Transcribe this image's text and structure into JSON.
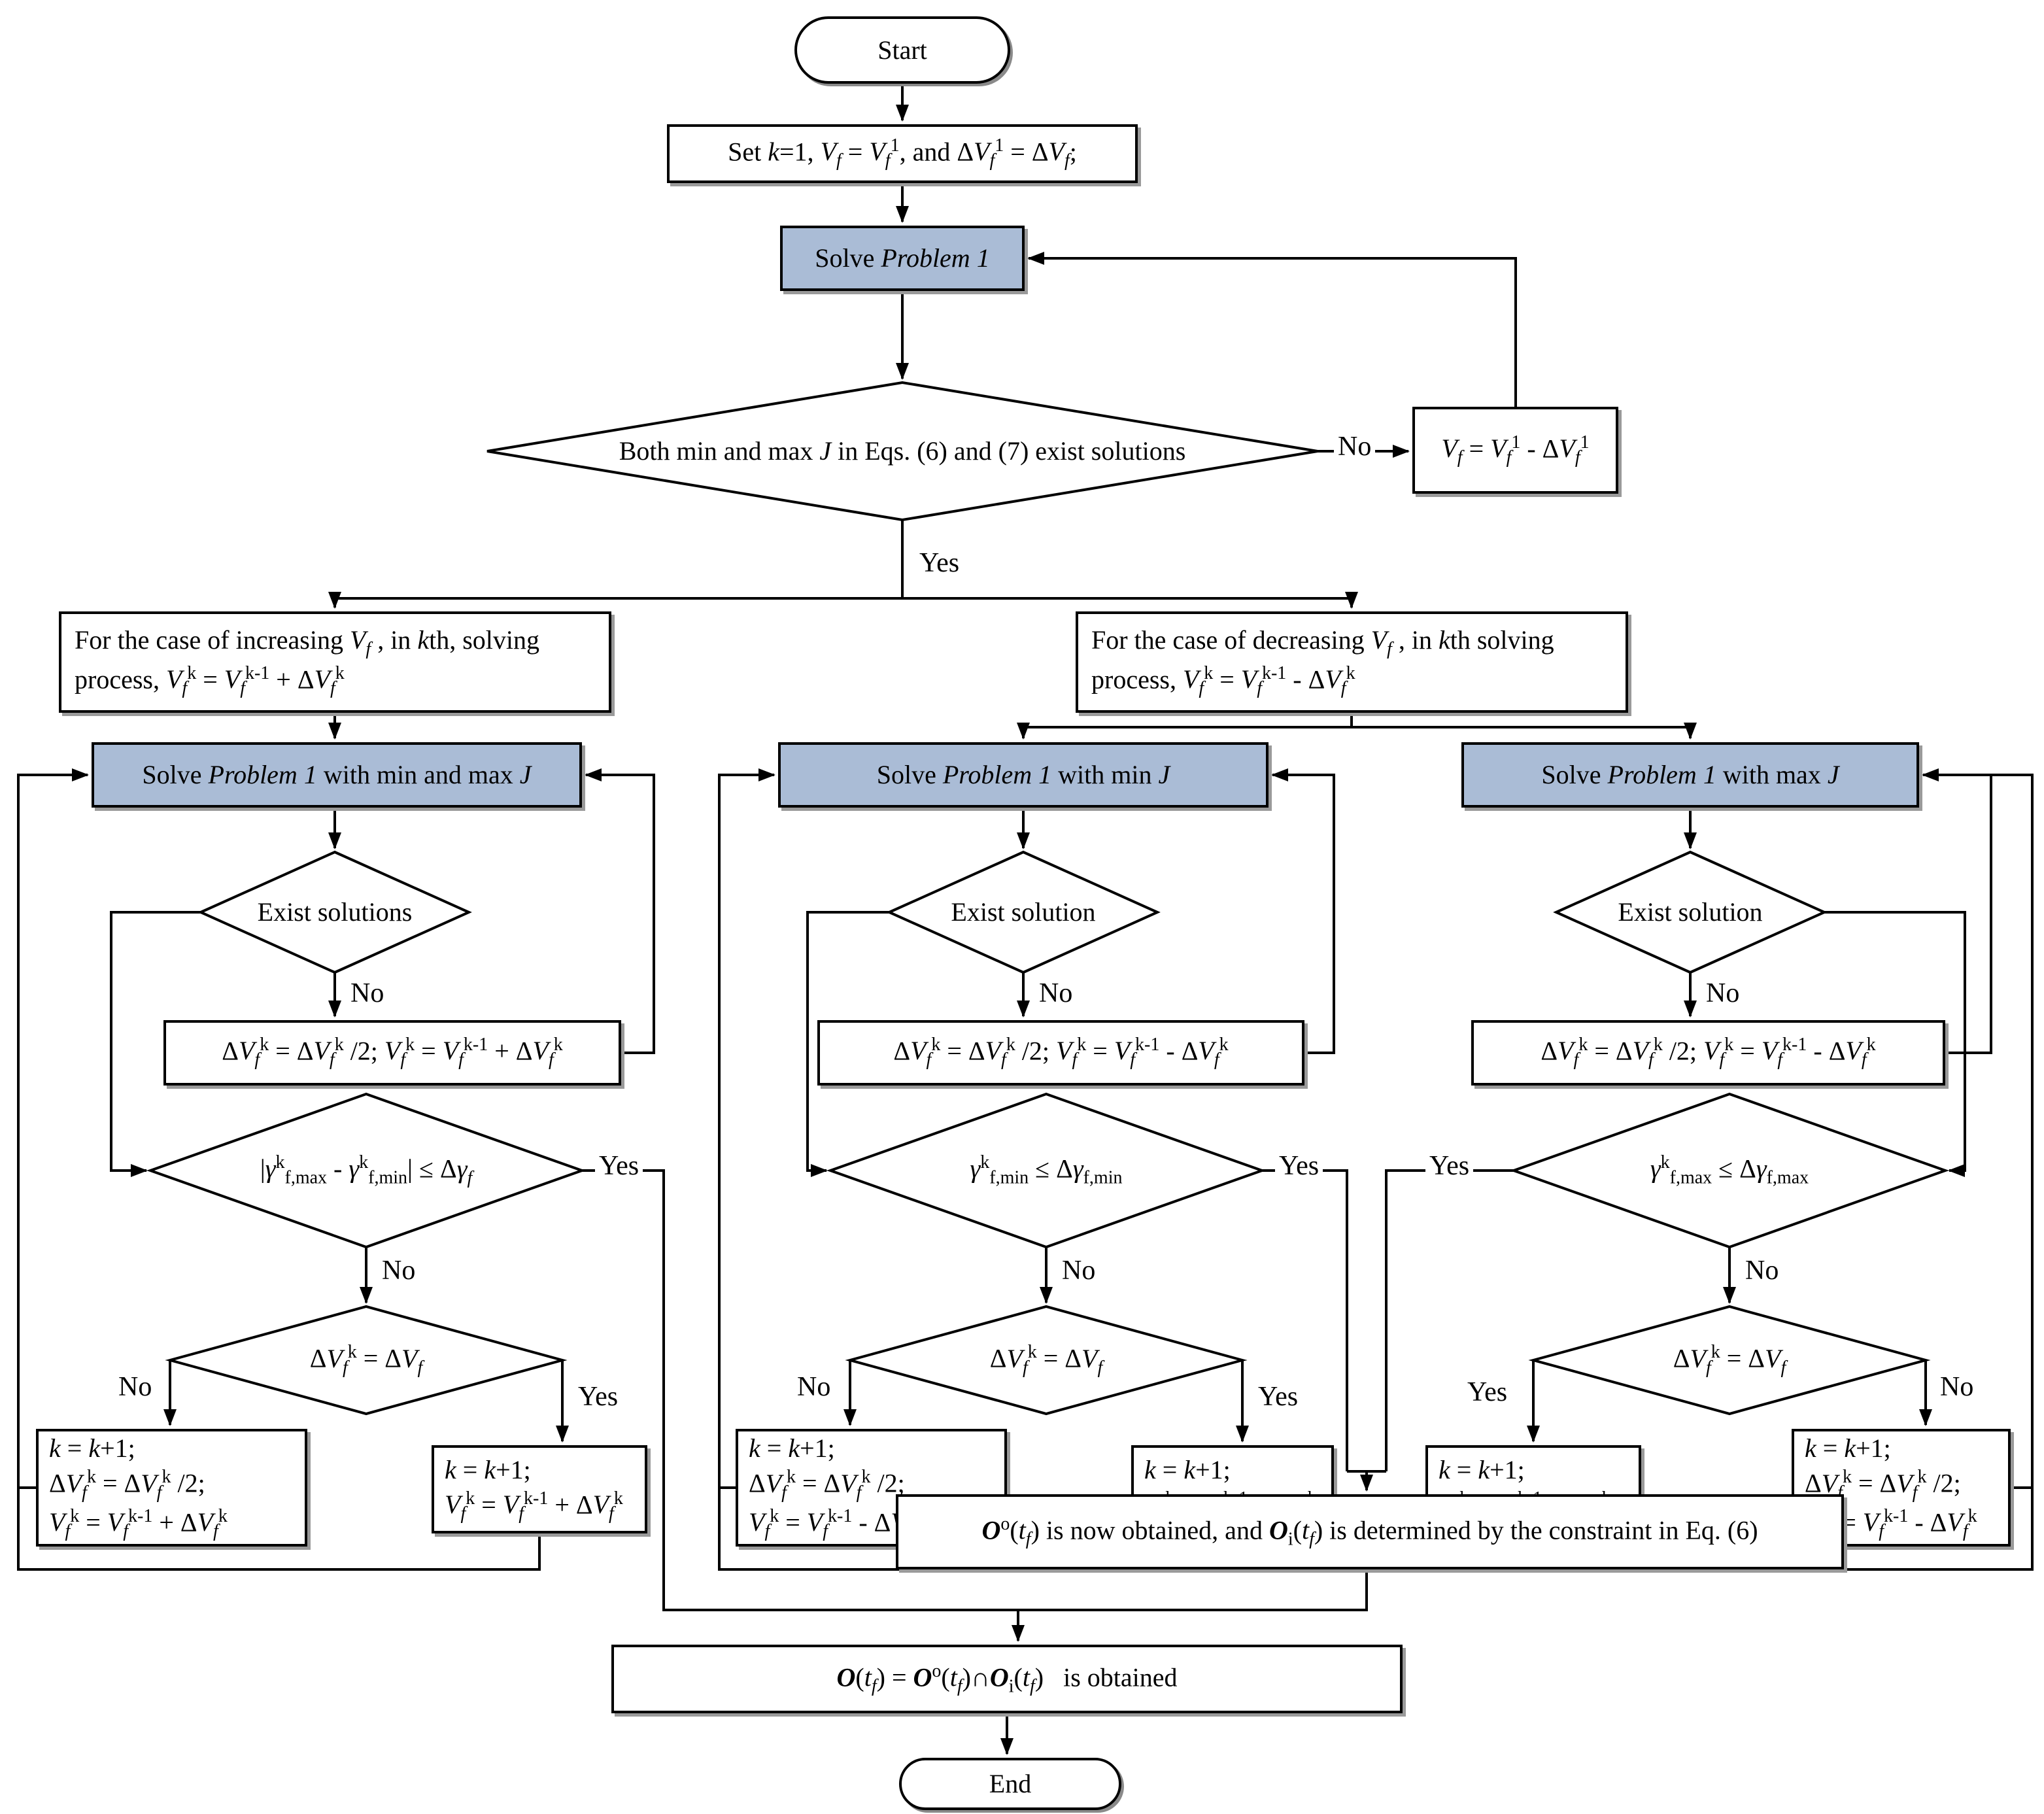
{
  "flowchart": {
    "colors": {
      "process_fill": "#aabcd6",
      "line": "#000000",
      "box_fill": "#ffffff"
    },
    "labels": {
      "yes": "Yes",
      "no": "No"
    },
    "nodes": {
      "start": "Start",
      "end": "End",
      "init": "Set <i>k</i>=1,  <i>V<sub>f</sub></i> = <i>V<sub>f</sub></i><sup>1</sup>, and Δ<i>V<sub>f</sub></i><sup>1</sup> = Δ<i>V<sub>f</sub></i>;",
      "solve1": "Solve <i>Problem 1</i>",
      "decision_both": "Both min and max <i>J</i> in Eqs. (6) and (7) exist solutions",
      "vf_reset": "<i>V<sub>f</sub></i> = <i>V<sub>f</sub></i><sup>1</sup> - Δ<i>V<sub>f</sub></i><sup>1</sup>",
      "case_inc": "For the case of increasing <i>V<sub>f</sub></i> , in <i>k</i>th, solving process, <i>V<sub>f</sub></i><sup>k</sup> = <i>V<sub>f</sub></i><sup>k-1</sup> + Δ<i>V<sub>f</sub></i><sup>k</sup>",
      "case_dec": "For the case of decreasing <i>V<sub>f</sub></i> , in <i>k</i>th solving process, <i>V<sub>f</sub></i><sup>k</sup> = <i>V<sub>f</sub></i><sup>k-1</sup> - Δ<i>V<sub>f</sub></i><sup>k</sup>",
      "solve_minmax": "Solve <i>Problem 1</i> with min and max <i>J</i>",
      "solve_min": "Solve <i>Problem 1</i> with min  <i>J</i>",
      "solve_max": "Solve <i>Problem 1</i> with max <i>J</i>",
      "exist_solutions": "Exist solutions",
      "exist_solution": "Exist solution",
      "halve_inc": "Δ<i>V<sub>f</sub></i><sup>k</sup> = Δ<i>V<sub>f</sub></i><sup>k</sup> /2; <i>V<sub>f</sub></i><sup>k</sup> = <i>V<sub>f</sub></i><sup>k-1</sup> + Δ<i>V<sub>f</sub></i><sup>k</sup>",
      "halve_dec": "Δ<i>V<sub>f</sub></i><sup>k</sup> = Δ<i>V<sub>f</sub></i><sup>k</sup> /2; <i>V<sub>f</sub></i><sup>k</sup> = <i>V<sub>f</sub></i><sup>k-1</sup> - Δ<i>V<sub>f</sub></i><sup>k</sup>",
      "gamma_left": "|<i>γ</i><sup>k</sup><sub>f,max</sub> - <i>γ</i><sup>k</sup><sub>f,min</sub>| ≤ Δ<i>γ<sub>f</sub></i>",
      "gamma_mid": "<i>γ</i><sup>k</sup><sub>f,min</sub> ≤  Δ<i>γ</i><sub>f,min</sub>",
      "gamma_right": "<i>γ</i><sup>k</sup><sub>f,max</sub> ≤  Δ<i>γ</i><sub>f,max</sub>",
      "dv_check": "Δ<i>V<sub>f</sub></i><sup>k</sup> = Δ<i>V<sub>f</sub></i>",
      "kbox_half_inc": "<i>k</i> = <i>k</i>+1;<br>Δ<i>V<sub>f</sub></i><sup>k</sup> = Δ<i>V<sub>f</sub></i><sup>k</sup> /2;<br><i>V<sub>f</sub></i><sup>k</sup> = <i>V<sub>f</sub></i><sup>k-1</sup> + Δ<i>V<sub>f</sub></i><sup>k</sup>",
      "kbox_inc": "<i>k</i> = <i>k</i>+1;<br><i>V<sub>f</sub></i><sup>k</sup> = <i>V<sub>f</sub></i><sup>k-1</sup> + Δ<i>V<sub>f</sub></i><sup>k</sup>",
      "kbox_half_dec": "<i>k</i> = <i>k</i>+1;<br>Δ<i>V<sub>f</sub></i><sup>k</sup> = Δ<i>V<sub>f</sub></i><sup>k</sup> /2;<br><i>V<sub>f</sub></i><sup>k</sup> = <i>V<sub>f</sub></i><sup>k-1</sup> - Δ<i>V<sub>f</sub></i><sup>k</sup>",
      "kbox_dec": "<i>k</i> = <i>k</i>+1;<br><i>V<sub>f</sub></i><sup>k</sup> = <i>V<sub>f</sub></i><sup>k-1</sup> - Δ<i>V<sub>f</sub></i><sup>k</sup>",
      "obtained": "<span class=scr>O</span><sup>o</sup>(<i>t<sub>f</sub></i>) is now obtained, and <span class=scr>O</span><sub>i</sub>(<i>t<sub>f</sub></i>) is determined by the constraint in Eq. (6)",
      "result": "<span class=scr>O</span>(<i>t<sub>f</sub></i>) = <span class=scr>O</span><sup>o</sup>(<i>t<sub>f</sub></i>)∩<span class=scr>O</span><sub>i</sub>(<i>t<sub>f</sub></i>)&nbsp;&nbsp; is obtained"
    }
  }
}
